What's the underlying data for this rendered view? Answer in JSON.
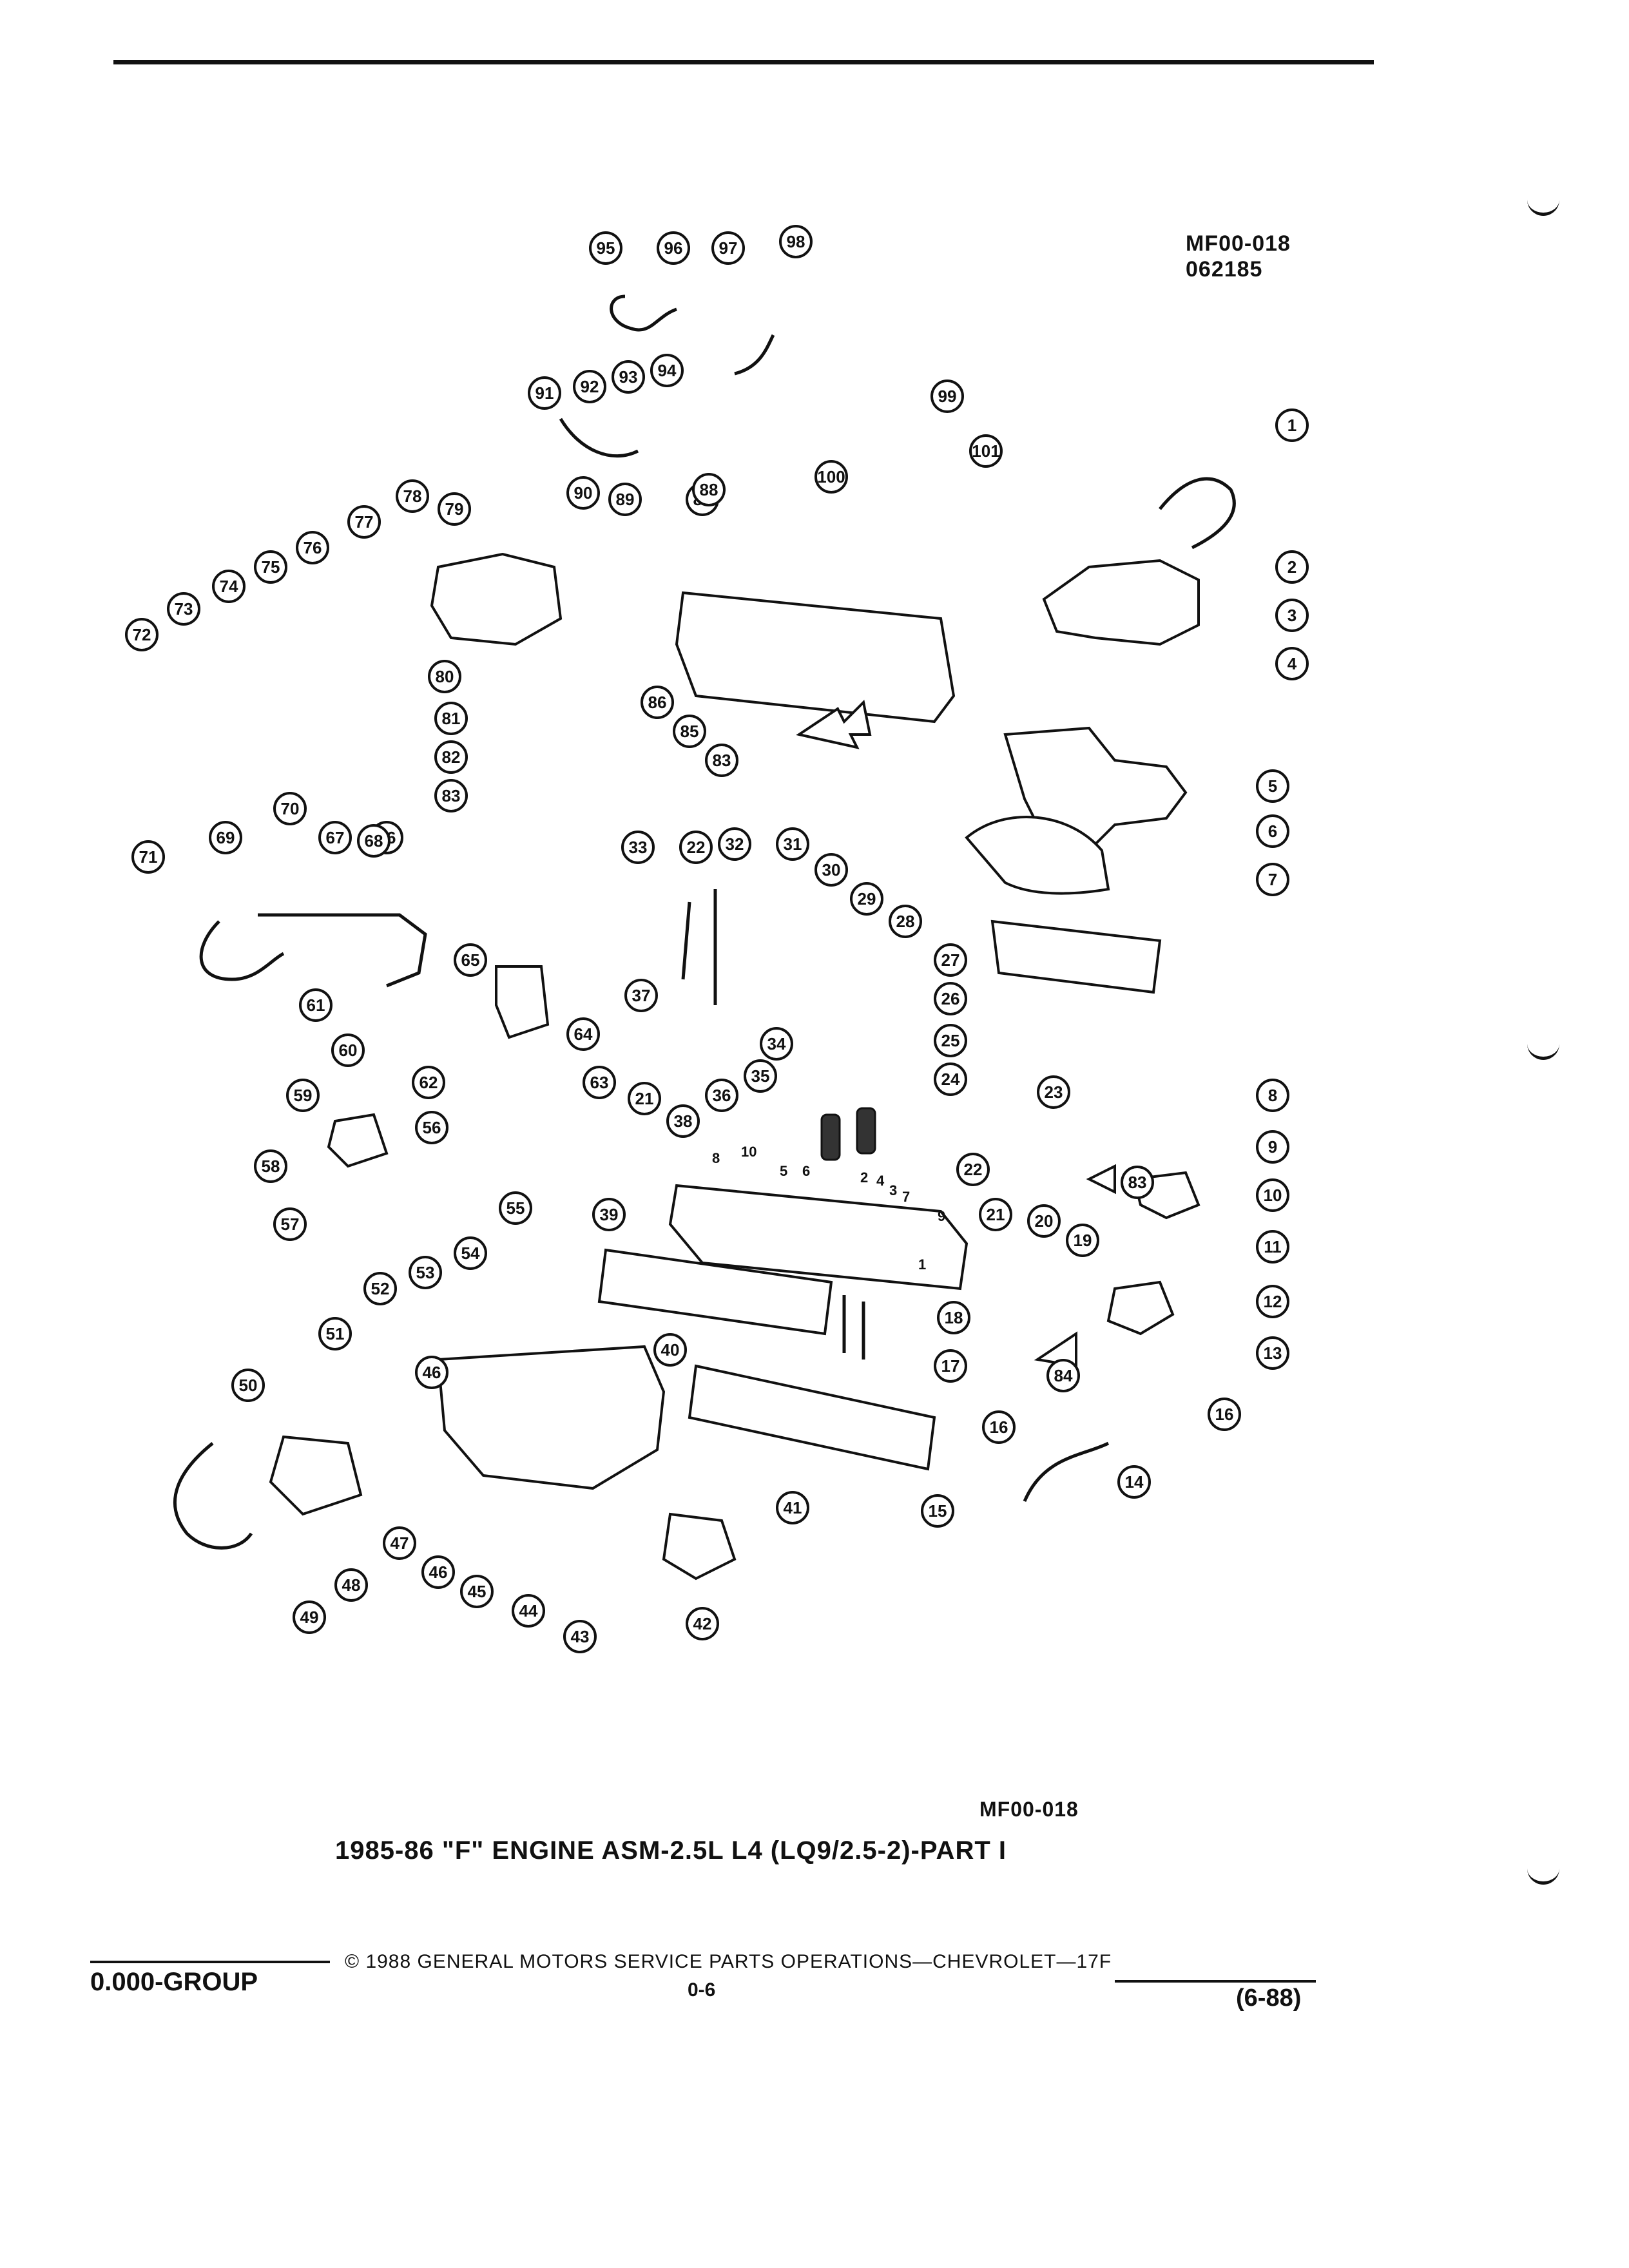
{
  "header": {
    "ref_code": "MF00-018",
    "ref_date": "062185"
  },
  "diagram": {
    "callouts": [
      "1",
      "2",
      "3",
      "4",
      "5",
      "6",
      "7",
      "8",
      "9",
      "10",
      "11",
      "12",
      "13",
      "14",
      "15",
      "16",
      "16",
      "17",
      "18",
      "19",
      "20",
      "21",
      "21",
      "22",
      "22",
      "23",
      "24",
      "25",
      "26",
      "27",
      "28",
      "29",
      "30",
      "31",
      "32",
      "33",
      "34",
      "35",
      "36",
      "37",
      "38",
      "39",
      "40",
      "41",
      "42",
      "43",
      "44",
      "45",
      "46",
      "46",
      "47",
      "48",
      "49",
      "50",
      "51",
      "52",
      "53",
      "54",
      "55",
      "56",
      "57",
      "58",
      "59",
      "60",
      "61",
      "62",
      "63",
      "64",
      "65",
      "66",
      "67",
      "68",
      "69",
      "70",
      "71",
      "72",
      "73",
      "74",
      "75",
      "76",
      "77",
      "78",
      "79",
      "80",
      "81",
      "82",
      "83",
      "83",
      "83",
      "84",
      "85",
      "86",
      "87",
      "88",
      "89",
      "90",
      "91",
      "92",
      "93",
      "94",
      "95",
      "96",
      "97",
      "98",
      "99",
      "100",
      "101"
    ],
    "part_labels": [
      "1",
      "2",
      "3",
      "4",
      "5",
      "6",
      "7",
      "8",
      "9",
      "10"
    ]
  },
  "caption": {
    "code": "MF00-018",
    "title": "1985-86 \"F\" ENGINE ASM-2.5L L4 (LQ9/2.5-2)-PART I"
  },
  "footer": {
    "copyright": "© 1988 GENERAL MOTORS SERVICE PARTS OPERATIONS—CHEVROLET—17F",
    "group": "0.000-GROUP",
    "page": "0-6",
    "revision": "(6-88)"
  }
}
